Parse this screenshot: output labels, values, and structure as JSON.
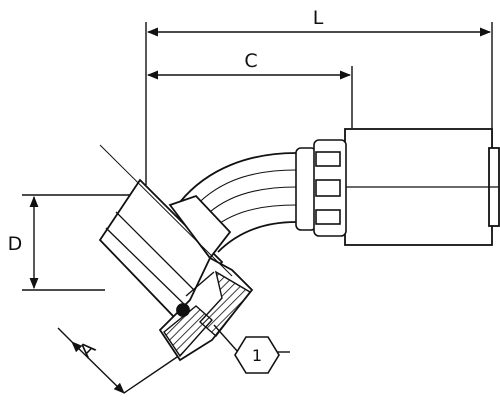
{
  "dimensions": {
    "L": "L",
    "C": "C",
    "D": "D",
    "A": "A"
  },
  "callout": {
    "number": "1"
  },
  "colors": {
    "line": "#111111",
    "fill": "#ffffff"
  }
}
